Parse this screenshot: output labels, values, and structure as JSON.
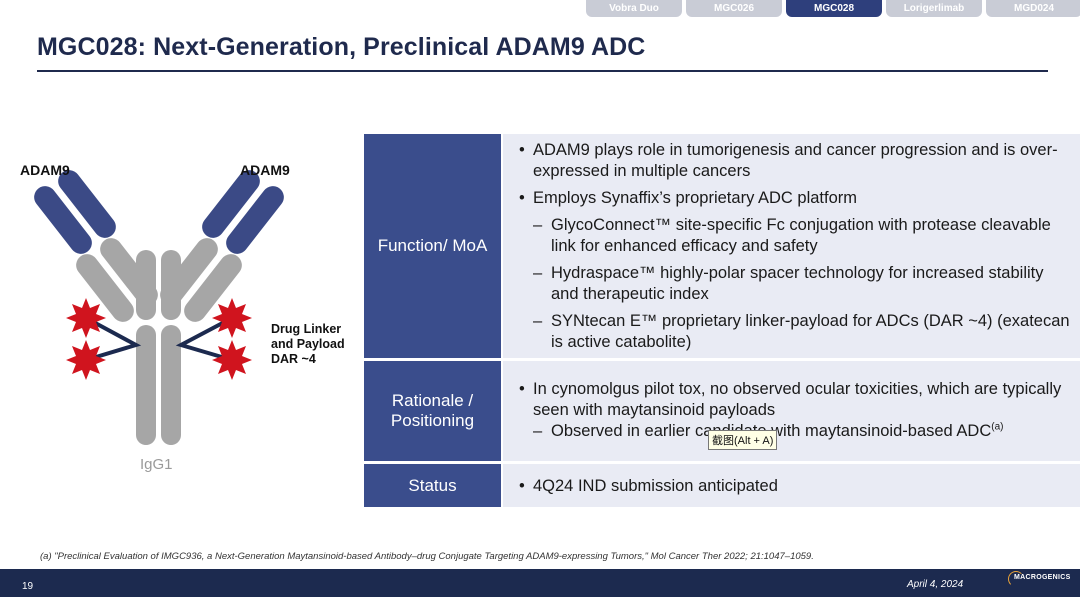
{
  "tabs": [
    {
      "label": "Vobra Duo",
      "active": false
    },
    {
      "label": "MGC026",
      "active": false
    },
    {
      "label": "MGC028",
      "active": true
    },
    {
      "label": "Lorigerlimab",
      "active": false
    },
    {
      "label": "MGD024",
      "active": false
    }
  ],
  "title": "MGC028: Next-Generation, Preclinical ADAM9 ADC",
  "figure": {
    "label_left": "ADAM9",
    "label_right": "ADAM9",
    "drug_linker": "Drug Linker and Payload DAR ~4",
    "igg": "IgG1"
  },
  "table": {
    "function": {
      "header": "Function/ MoA",
      "b1": "ADAM9 plays role in tumorigenesis and cancer progression and is over-expressed in multiple cancers",
      "b2": "Employs Synaffix’s proprietary ADC platform",
      "s1": "GlycoConnect™ site-specific Fc conjugation with protease cleavable link for enhanced efficacy and safety",
      "s2": "Hydraspace™ highly-polar spacer technology for increased stability and therapeutic index",
      "s3": "SYNtecan E™ proprietary linker-payload for ADCs (DAR ~4) (exatecan is active catabolite)"
    },
    "rationale": {
      "header": "Rationale / Positioning",
      "b1": "In cynomolgus pilot tox, no observed ocular toxicities, which are typically seen with maytansinoid payloads",
      "s1": "Observed in earlier candidate with maytansinoid-based ADC",
      "s1_sup": "(a)"
    },
    "status": {
      "header": "Status",
      "b1": "4Q24 IND submission anticipated"
    }
  },
  "tooltip": "截图(Alt + A)",
  "footnote": "(a) \"Preclinical Evaluation of IMGC936, a Next-Generation Maytansinoid-based Antibody–drug Conjugate Targeting ADAM9-expressing Tumors,\" Mol Cancer Ther 2022;  21:1047–1059.",
  "footer": {
    "page": "19",
    "date": "April 4, 2024",
    "logo": "MACROGENICS"
  },
  "colors": {
    "navy": "#1c2a4f",
    "header_blue": "#3a4d8c",
    "cell_bg": "#e9ebf4",
    "tab_active": "#2e3f7c",
    "tab_inactive": "#c9ccd6",
    "antibody_gray": "#a6a6a6",
    "antibody_blue": "#3b4a86",
    "payload_red": "#d0141e"
  }
}
